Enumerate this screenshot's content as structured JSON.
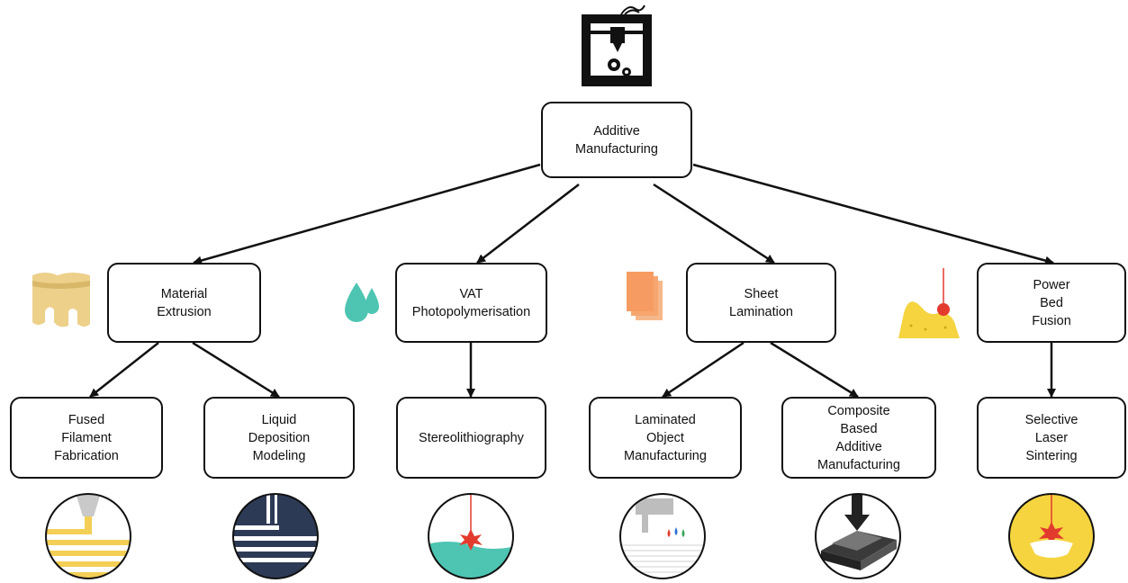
{
  "root": {
    "label": "Additive\nManufacturing"
  },
  "categories": [
    {
      "label": "Material\nExtrusion"
    },
    {
      "label": "VAT\nPhotopolymerisation"
    },
    {
      "label": "Sheet\nLamination"
    },
    {
      "label": "Power\nBed\nFusion"
    }
  ],
  "processes": [
    {
      "label": "Fused\nFilament\nFabrication"
    },
    {
      "label": "Liquid\nDeposition\nModeling"
    },
    {
      "label": "Stereolithiography"
    },
    {
      "label": "Laminated\nObject\nManufacturing"
    },
    {
      "label": "Composite\nBased\nAdditive\nManufacturing"
    },
    {
      "label": "Selective\nLaser\nSintering"
    }
  ],
  "edges": [
    [
      "root",
      "categories.0"
    ],
    [
      "root",
      "categories.1"
    ],
    [
      "root",
      "categories.2"
    ],
    [
      "root",
      "categories.3"
    ],
    [
      "categories.0",
      "processes.0"
    ],
    [
      "categories.0",
      "processes.1"
    ],
    [
      "categories.1",
      "processes.2"
    ],
    [
      "categories.2",
      "processes.3"
    ],
    [
      "categories.2",
      "processes.4"
    ],
    [
      "categories.3",
      "processes.5"
    ]
  ],
  "icons": [
    "3d-printer-icon",
    "molten-material-icon",
    "resin-drops-icon",
    "paper-sheets-icon",
    "laser-powder-icon",
    "fused-filament-process-icon",
    "liquid-deposition-process-icon",
    "stereolithography-process-icon",
    "laminated-object-process-icon",
    "composite-based-process-icon",
    "selective-laser-sintering-process-icon"
  ]
}
